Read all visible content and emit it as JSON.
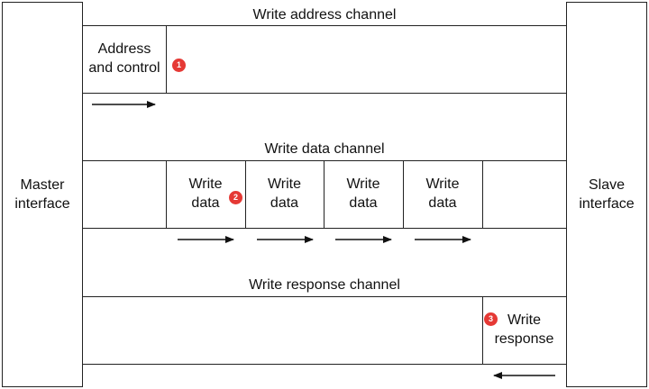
{
  "master": {
    "label_line1": "Master",
    "label_line2": "interface"
  },
  "slave": {
    "label_line1": "Slave",
    "label_line2": "interface"
  },
  "channels": {
    "write_address": {
      "title": "Write address channel",
      "cell": {
        "line1": "Address",
        "line2": "and control",
        "badge": "1"
      }
    },
    "write_data": {
      "title": "Write data channel",
      "cells": [
        {
          "line1": "Write",
          "line2": "data",
          "badge": "2"
        },
        {
          "line1": "Write",
          "line2": "data"
        },
        {
          "line1": "Write",
          "line2": "data"
        },
        {
          "line1": "Write",
          "line2": "data"
        }
      ]
    },
    "write_response": {
      "title": "Write response channel",
      "cell": {
        "line1": "Write",
        "line2": "response",
        "badge": "3"
      }
    }
  },
  "colors": {
    "badge": "#e53935",
    "line": "#222222"
  }
}
